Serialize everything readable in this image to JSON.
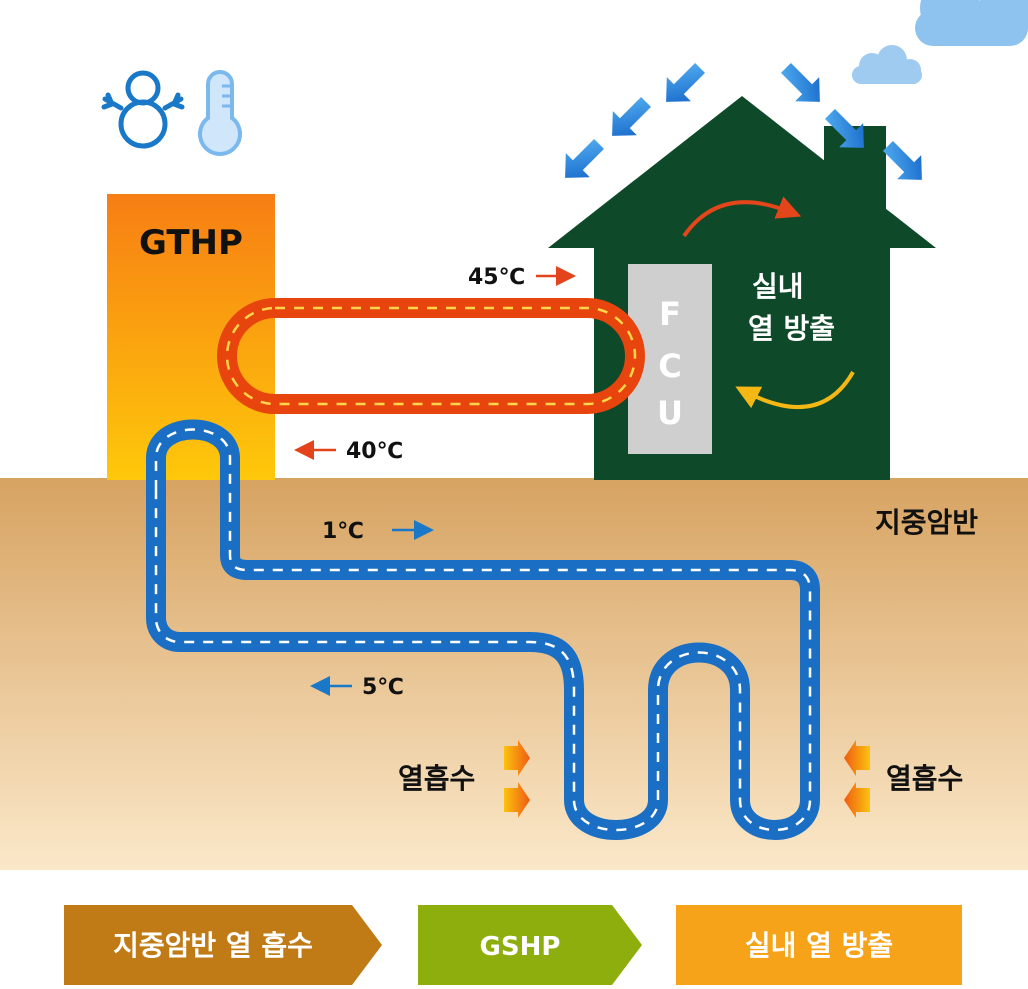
{
  "gthp_label": "GTHP",
  "fcu_letters": [
    "F",
    "C",
    "U"
  ],
  "indoor_label_line1": "실내",
  "indoor_label_line2": "열 방출",
  "ground_label": "지중암반",
  "temps": {
    "supply_hot": "45℃",
    "return_hot": "40℃",
    "loop_cold_out": "1℃",
    "loop_cold_in": "5℃"
  },
  "absorb_left": "열흡수",
  "absorb_right": "열흡수",
  "flow_steps": [
    "지중암반 열 흡수",
    "GSHP",
    "실내 열 방출"
  ],
  "icons": {
    "winter": "snowman-icon",
    "temperature": "thermometer-icon",
    "weather": "cloud-icon",
    "heat_input": "down-arrow-icon"
  },
  "colors": {
    "house": "#0e4a2a",
    "hot_pipe": "#e8440e",
    "cold_pipe": "#1a78c8",
    "ground_top": "#d7a362",
    "ground_bottom": "#fbe8c9",
    "gthp_top": "#f77e14",
    "gthp_bottom": "#fec80a",
    "fcu_panel": "#cfcfcf",
    "step1": "#c07b17",
    "step2": "#8eae0d",
    "step3": "#f7a31a"
  }
}
